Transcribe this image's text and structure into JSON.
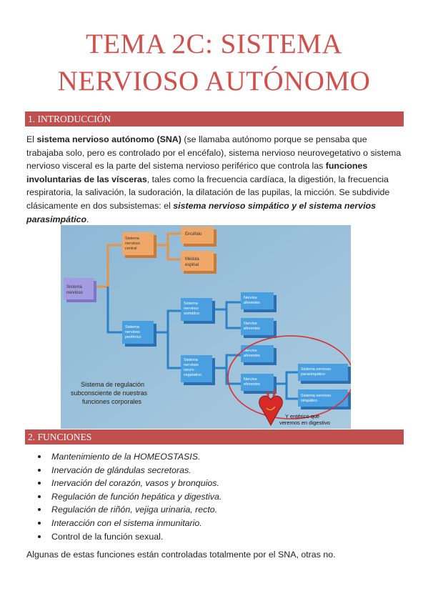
{
  "title": {
    "line1": "TEMA 2C: SISTEMA",
    "line2": "NERVIOSO AUTÓNOMO"
  },
  "sections": {
    "intro_heading": "1. INTRODUCCIÓN",
    "funciones_heading": "2. FUNCIONES"
  },
  "intro": {
    "t1": "El ",
    "b1": "sistema nervioso autónomo (SNA)",
    "t2": " (se llamaba autónomo porque se pensaba que trabajaba solo, pero es controlado por el encéfalo), sistema nervioso neurovegetativo o sistema nervioso visceral es la parte del sistema nervioso periférico que controla las ",
    "b2": "funciones involuntarias de las vísceras",
    "t3": ", tales como la frecuencia cardíaca, la digestión, la frecuencia respiratoria, la salivación, la sudoración, la dilatación de las pupilas, la micción. Se subdivide clásicamente en dos subsistemas: el ",
    "bi1": "sistema nervioso simpático y el sistema nervios parasimpático",
    "t4": "."
  },
  "diagram": {
    "sistema_nervioso": [
      "Sistema",
      "nervioso"
    ],
    "sn_central": [
      "Sistema",
      "nervioso",
      "central"
    ],
    "sn_periferico": [
      "Sistema",
      "nervioso",
      "periférico"
    ],
    "encefalo": [
      "Encéfalo"
    ],
    "medula": [
      "Médula",
      "espinal"
    ],
    "sn_somatico": [
      "Sistema",
      "nervioso",
      "somático"
    ],
    "sn_neurovegetativo": [
      "Sistema",
      "nervioso",
      "neuro-",
      "vegetativo"
    ],
    "nervios_aferentes_1": [
      "Nervios",
      "aferentes"
    ],
    "nervios_eferentes_1": [
      "Nervios",
      "eferentes"
    ],
    "nervios_aferentes_2": [
      "Nervios",
      "aferentes"
    ],
    "nervios_eferentes_2": [
      "Nervios",
      "eferentes"
    ],
    "sn_parasimpatico": [
      "Sistema nervioso",
      "parasimpático"
    ],
    "sn_simpatico": [
      "Sistema nervioso",
      "simpático"
    ],
    "caption": [
      "Sistema de regulación",
      "subconsciente de nuestras",
      "funciones corporales"
    ],
    "annotation": [
      "Y entérico que",
      "veremos en digestivo"
    ]
  },
  "funciones": [
    {
      "text": "Mantenimiento de la HOMEOSTASIS.",
      "italic": true
    },
    {
      "text": "Inervación de glándulas secretoras.",
      "italic": true
    },
    {
      "text": "Inervación del corazón, vasos y bronquios.",
      "italic": true
    },
    {
      "text": "Regulación de función hepática y digestiva.",
      "italic": true
    },
    {
      "text": "Regulación de riñón, vejiga urinaria, recto.",
      "italic": true
    },
    {
      "text": "Interacción con el sistema inmunitario.",
      "italic": true
    },
    {
      "text": "Control de la función sexual.",
      "italic": false
    }
  ],
  "closing": "Algunas de estas funciones están controladas totalmente por el SNA, otras no.",
  "colors": {
    "accent_red": "#c0504d",
    "title_red": "#d0504c",
    "box_purple": "#a49be0",
    "box_orange": "#f0a868",
    "box_blue": "#4a9fe0",
    "figure_bg": "#9bc0d8"
  }
}
